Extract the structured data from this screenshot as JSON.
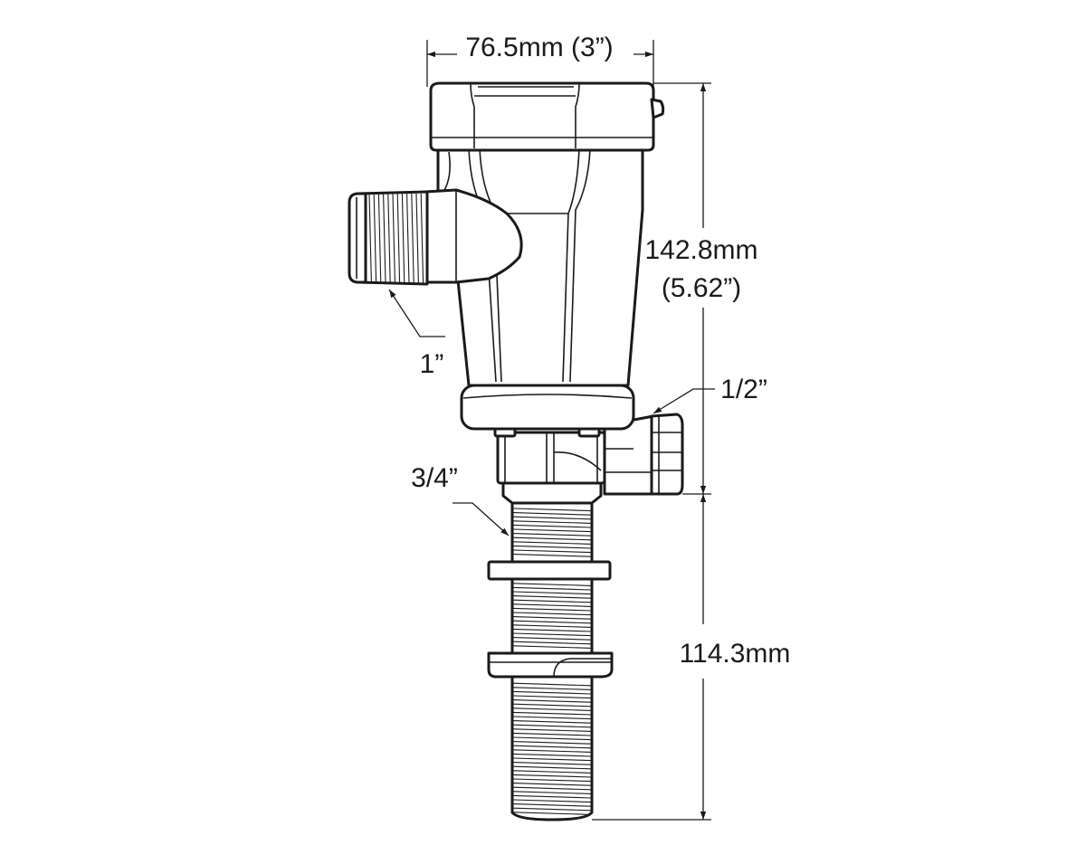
{
  "dimensions": {
    "width_label": "76.5mm (3”)",
    "pump_height_line1": "142.8mm",
    "pump_height_line2": "(5.62”)",
    "thru_hull_length": "114.3mm"
  },
  "callouts": {
    "outlet_size": "1”",
    "small_port_size": "1/2”",
    "thru_hull_size": "3/4”"
  }
}
